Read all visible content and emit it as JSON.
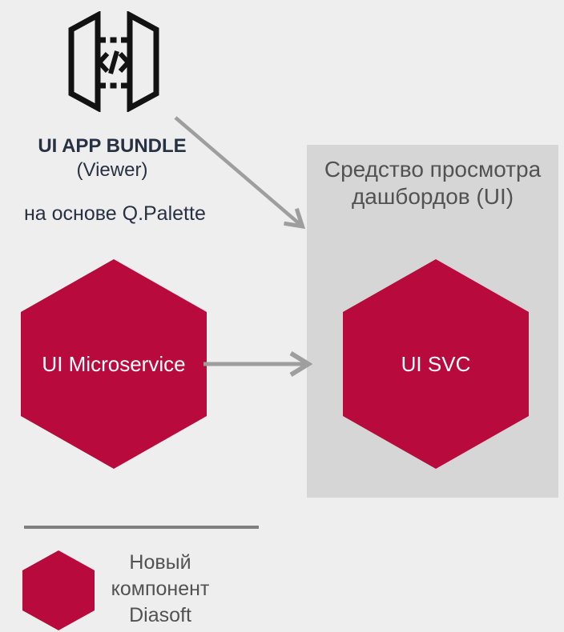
{
  "colors": {
    "background": "#efeeee",
    "panel": "#d6d6d6",
    "accent": "#b80a3c",
    "dark-text": "#273142",
    "gray-text": "#525252",
    "arrow": "#9e9e9e",
    "icon-stroke": "#121212",
    "node-label": "#ffffff",
    "legend-line": "#7f7f7f"
  },
  "bundle": {
    "icon": "code-bundle-icon",
    "title": "UI APP BUNDLE",
    "subtitle": "(Viewer)",
    "note": "на основе Q.Palette"
  },
  "panel": {
    "title_line1": "Средство просмотра",
    "title_line2": "дашбордов (UI)"
  },
  "nodes": {
    "left": {
      "label": "UI Microservice",
      "shape": "hexagon"
    },
    "right": {
      "label": "UI SVC",
      "shape": "hexagon"
    }
  },
  "connections": [
    {
      "from": "ui-app-bundle-icon",
      "to": "dashboard-viewer-panel",
      "style": "diagonal-gray-arrow"
    },
    {
      "from": "ui-microservice-hexagon",
      "to": "ui-svc-hexagon",
      "style": "horizontal-gray-arrow"
    }
  ],
  "legend": {
    "marker": "hexagon",
    "label_line1": "Новый",
    "label_line2": "компонент",
    "label_line3": "Diasoft"
  }
}
